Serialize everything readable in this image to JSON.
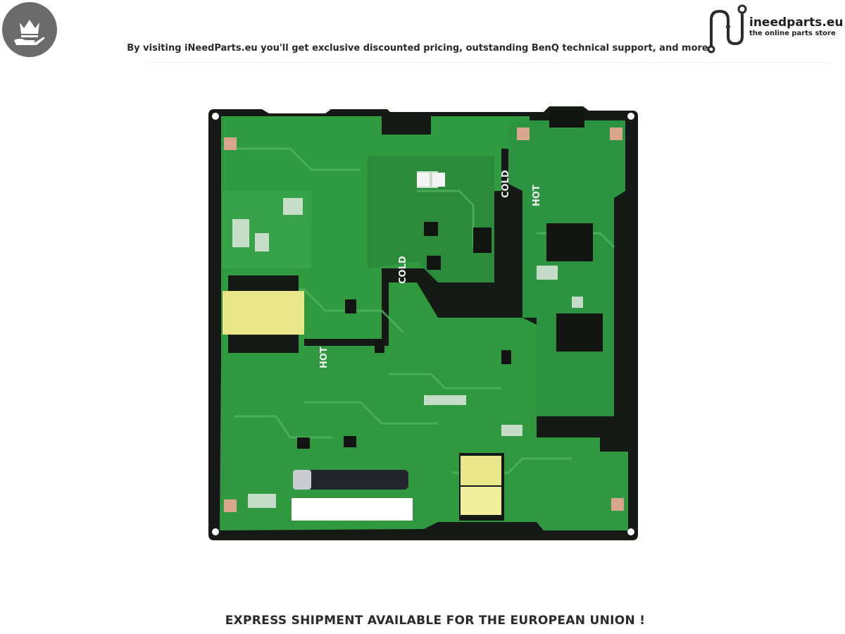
{
  "header": {
    "badge_icon": "crown-in-hand-icon",
    "promo_text": "By visiting iNeedParts.eu you'll get exclusive discounted pricing, outstanding BenQ technical support, and more"
  },
  "logo": {
    "icon": "circuit-n-logo-icon",
    "name": "ineedparts.eu",
    "tagline": "the online parts store"
  },
  "product_image": {
    "subject": "power-supply-circuit-board",
    "silkscreen": {
      "hot_1": "HOT",
      "hot_2": "HOT",
      "cold_1": "COLD",
      "cold_2": "COLD"
    }
  },
  "footer": {
    "notice": "EXPRESS SHIPMENT AVAILABLE FOR THE EUROPEAN UNION !"
  },
  "colors": {
    "badge": "#6b6b6b",
    "pcb_green": "#2f9a3f",
    "pcb_black": "#151a17",
    "text_dark": "#2a2a2a",
    "transformer_yellow": "#e9e58a"
  }
}
